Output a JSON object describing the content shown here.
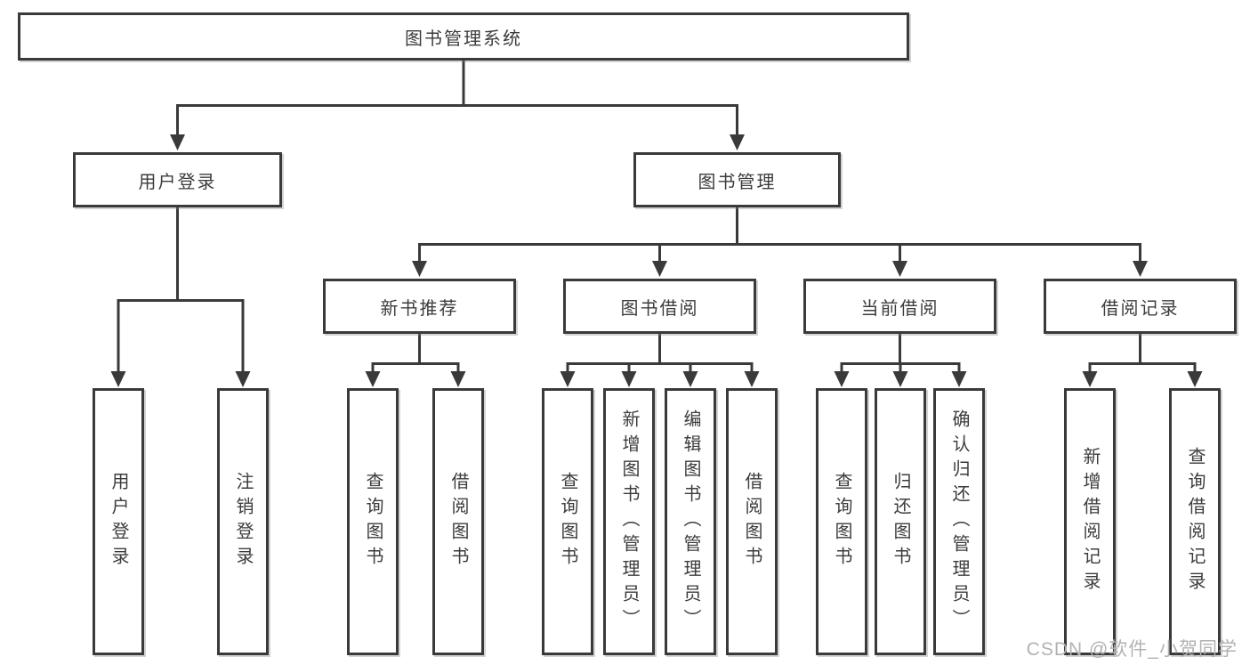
{
  "diagram_type": "hierarchy-tree",
  "tree": {
    "label": "图书管理系统",
    "children": [
      {
        "label": "用户登录",
        "children": [
          {
            "label": "用户登录"
          },
          {
            "label": "注销登录"
          }
        ]
      },
      {
        "label": "图书管理",
        "children": [
          {
            "label": "新书推荐",
            "children": [
              {
                "label": "查询图书"
              },
              {
                "label": "借阅图书"
              }
            ]
          },
          {
            "label": "图书借阅",
            "children": [
              {
                "label": "查询图书"
              },
              {
                "label": "新增图书（管理员）"
              },
              {
                "label": "编辑图书（管理员）"
              },
              {
                "label": "借阅图书"
              }
            ]
          },
          {
            "label": "当前借阅",
            "children": [
              {
                "label": "查询图书"
              },
              {
                "label": "归还图书"
              },
              {
                "label": "确认归还（管理员）"
              }
            ]
          },
          {
            "label": "借阅记录",
            "children": [
              {
                "label": "新增借阅记录"
              },
              {
                "label": "查询借阅记录"
              }
            ]
          }
        ]
      }
    ]
  },
  "watermark": "CSDN @软件_小贺同学",
  "colors": {
    "line": "#3a3a3a",
    "text": "#3c3c3c",
    "background": "#ffffff",
    "watermark": "#b2b2b2"
  }
}
